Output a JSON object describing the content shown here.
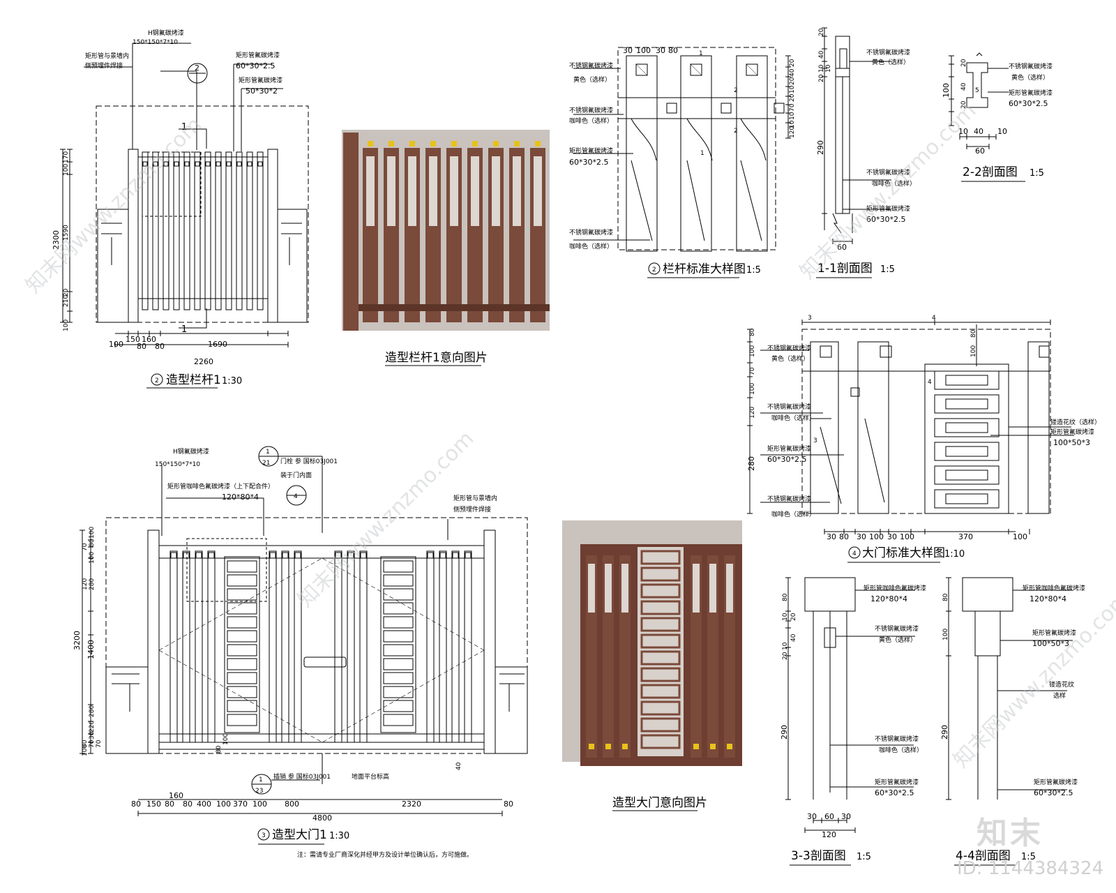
{
  "drawing1": {
    "title": "造型栏杆1",
    "scale": "1:30",
    "leaders": [
      "H钢氟碳烤漆",
      "150*150*7*10",
      "矩形管与景墙内",
      "侧预埋件焊接",
      "矩形管氟碳烤漆",
      "60*30*2.5",
      "矩形管氟碳烤漆",
      "50*30*2"
    ],
    "marker": "2",
    "section": [
      "1",
      "1"
    ],
    "vdims": [
      "2300",
      "100",
      "170",
      "1590",
      "210",
      "20",
      "100"
    ],
    "hdims": [
      "150",
      "160",
      "100",
      "80",
      "80",
      "1690",
      "2260"
    ]
  },
  "photo1": {
    "caption": "造型栏杆1意向图片"
  },
  "detail2": {
    "title": "栏杆标准大样图",
    "marker": "2",
    "scale": "1:5",
    "top_dims": [
      "30",
      "100",
      "30",
      "80"
    ],
    "right_dims": [
      "20",
      "40",
      "20",
      "10",
      "20",
      "70",
      "10",
      "10",
      "120"
    ],
    "labels": [
      "不锈钢氟碳烤漆",
      "黄色（选样）",
      "不锈钢氟碳烤漆",
      "咖啡色（选样）",
      "矩形管氟碳烤漆",
      "60*30*2.5",
      "不锈钢氟碳烤漆",
      "咖啡色（选样）"
    ],
    "tags": [
      "1",
      "2",
      "2",
      "1"
    ]
  },
  "section11": {
    "title": "1-1剖面图",
    "scale": "1:5",
    "dims": [
      "20",
      "40",
      "10",
      "20",
      "10",
      "290",
      "60"
    ],
    "labels": [
      "不锈钢氟碳烤漆",
      "黄色（选样）",
      "不锈钢氟碳烤漆",
      "咖啡色（选样）",
      "矩形管氟碳烤漆",
      "60*30*2.5"
    ]
  },
  "section22": {
    "title": "2-2剖面图",
    "scale": "1:5",
    "dims": [
      "20",
      "40",
      "20",
      "100",
      "5",
      "10",
      "40",
      "10",
      "60"
    ],
    "labels": [
      "不锈钢氟碳烤漆",
      "黄色（选样）",
      "矩形管氟碳烤漆",
      "60*30*2.5"
    ]
  },
  "detail4": {
    "title": "大门标准大样图",
    "marker": "4",
    "scale": "1:10",
    "top_dims": [
      "3",
      "4"
    ],
    "left_dims": [
      "80",
      "100",
      "70",
      "100",
      "120",
      "280"
    ],
    "bottom_dims": [
      "30",
      "80",
      "30",
      "100",
      "30",
      "100",
      "370",
      "100"
    ],
    "center_dims": [
      "80",
      "100"
    ],
    "labels": [
      "不锈钢氟碳烤漆",
      "黄色（选样）",
      "不锈钢氟碳烤漆",
      "咖啡色（选样）",
      "矩形管氟碳烤漆",
      "60*30*2.5",
      "不锈钢氟碳烤漆",
      "咖啡色（选样）",
      "镂造花纹（选样）",
      "矩形管氟碳烤漆",
      "100*50*3"
    ],
    "tags": [
      "4",
      "3"
    ]
  },
  "drawing3": {
    "title": "造型大门1",
    "scale": "1:30",
    "marker": "3",
    "leaders": [
      "H钢氟碳烤漆",
      "150*150*7*10",
      "矩形管咖啡色氟碳烤漆（上下配合件）",
      "120*80*4",
      "矩形管与景墙内",
      "侧预埋件焊接"
    ],
    "callout_a": {
      "num": "1",
      "sheet": "21",
      "text": "门栓 参 国标03J001",
      "text2": "装于门内面"
    },
    "callout_b": {
      "num": "1",
      "sheet": "23",
      "text": "插销 参 国标03J001"
    },
    "marker4": "4",
    "vdims": [
      "3200",
      "100",
      "80",
      "70",
      "100",
      "280",
      "120",
      "1400",
      "280",
      "220",
      "30",
      "70",
      "80",
      "70",
      "100"
    ],
    "hdims": [
      "80",
      "150",
      "80",
      "160",
      "80",
      "400",
      "100",
      "370",
      "100",
      "800",
      "2320",
      "80",
      "4800"
    ],
    "misc": [
      "80",
      "100",
      "40",
      "地面平台标高"
    ],
    "note": "注：需请专业厂商深化并经甲方及设计单位确认后，方可施做。"
  },
  "photo2": {
    "caption": "造型大门意向图片"
  },
  "section33": {
    "title": "3-3剖面图",
    "scale": "1:5",
    "dims": [
      "80",
      "10",
      "20",
      "40",
      "10",
      "20",
      "290",
      "30",
      "60",
      "30",
      "120"
    ],
    "labels": [
      "矩形管咖啡色氟碳烤漆",
      "120*80*4",
      "不锈钢氟碳烤漆",
      "黄色（选样）",
      "不锈钢氟碳烤漆",
      "咖啡色（选样）",
      "矩形管氟碳烤漆",
      "60*30*2.5"
    ]
  },
  "section44": {
    "title": "4-4剖面图",
    "scale": "1:5",
    "dims": [
      "80",
      "100",
      "290"
    ],
    "labels": [
      "矩形管咖啡色氟碳烤漆",
      "120*80*4",
      "矩形管氟碳烤漆",
      "100*50*3",
      "镂造花纹",
      "选样",
      "矩形管氟碳烤漆",
      "60*30*2.5"
    ]
  },
  "watermark": {
    "text": "知末网www.znzmo.com",
    "brand": "知末",
    "id": "ID: 1144384324"
  },
  "colors": {
    "line": "#000000",
    "frame": "#7a4a3a",
    "accent": "#e8c21a",
    "photo_bg": "#c9c2bd"
  }
}
